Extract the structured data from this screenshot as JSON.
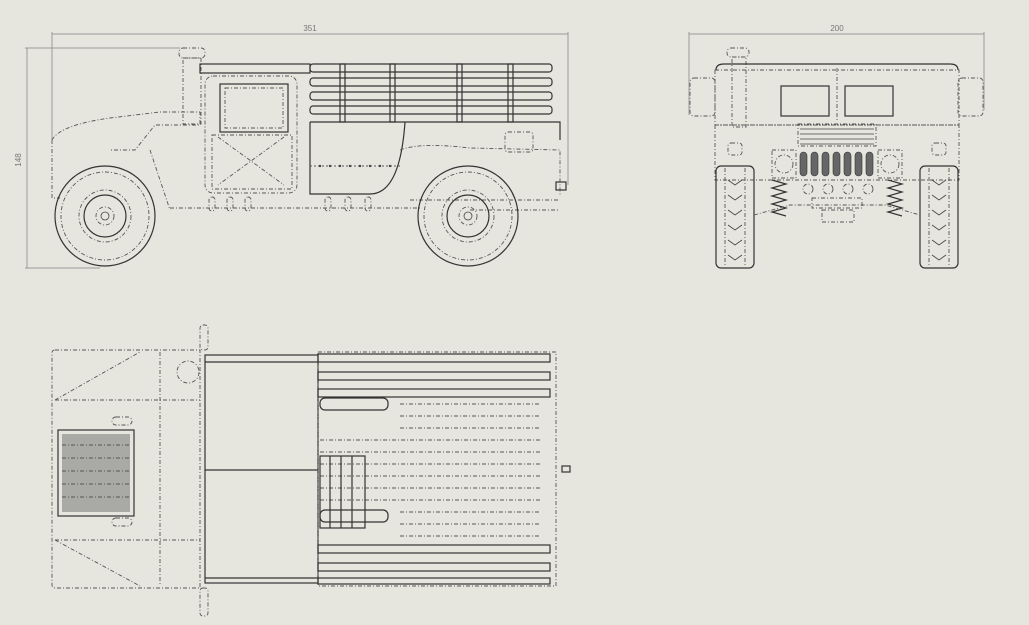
{
  "drawing": {
    "subject": "HMMWV cargo truck orthographic drawing",
    "background": "#e6e6df",
    "line_color": "#333333",
    "dimension_color": "#999999"
  },
  "views": {
    "side": {
      "label": "side-view",
      "dimensions": {
        "overall_length": "351",
        "overall_height": "148"
      }
    },
    "front": {
      "label": "front-view",
      "dimensions": {
        "overall_width": "200"
      }
    },
    "top": {
      "label": "top-view"
    }
  }
}
